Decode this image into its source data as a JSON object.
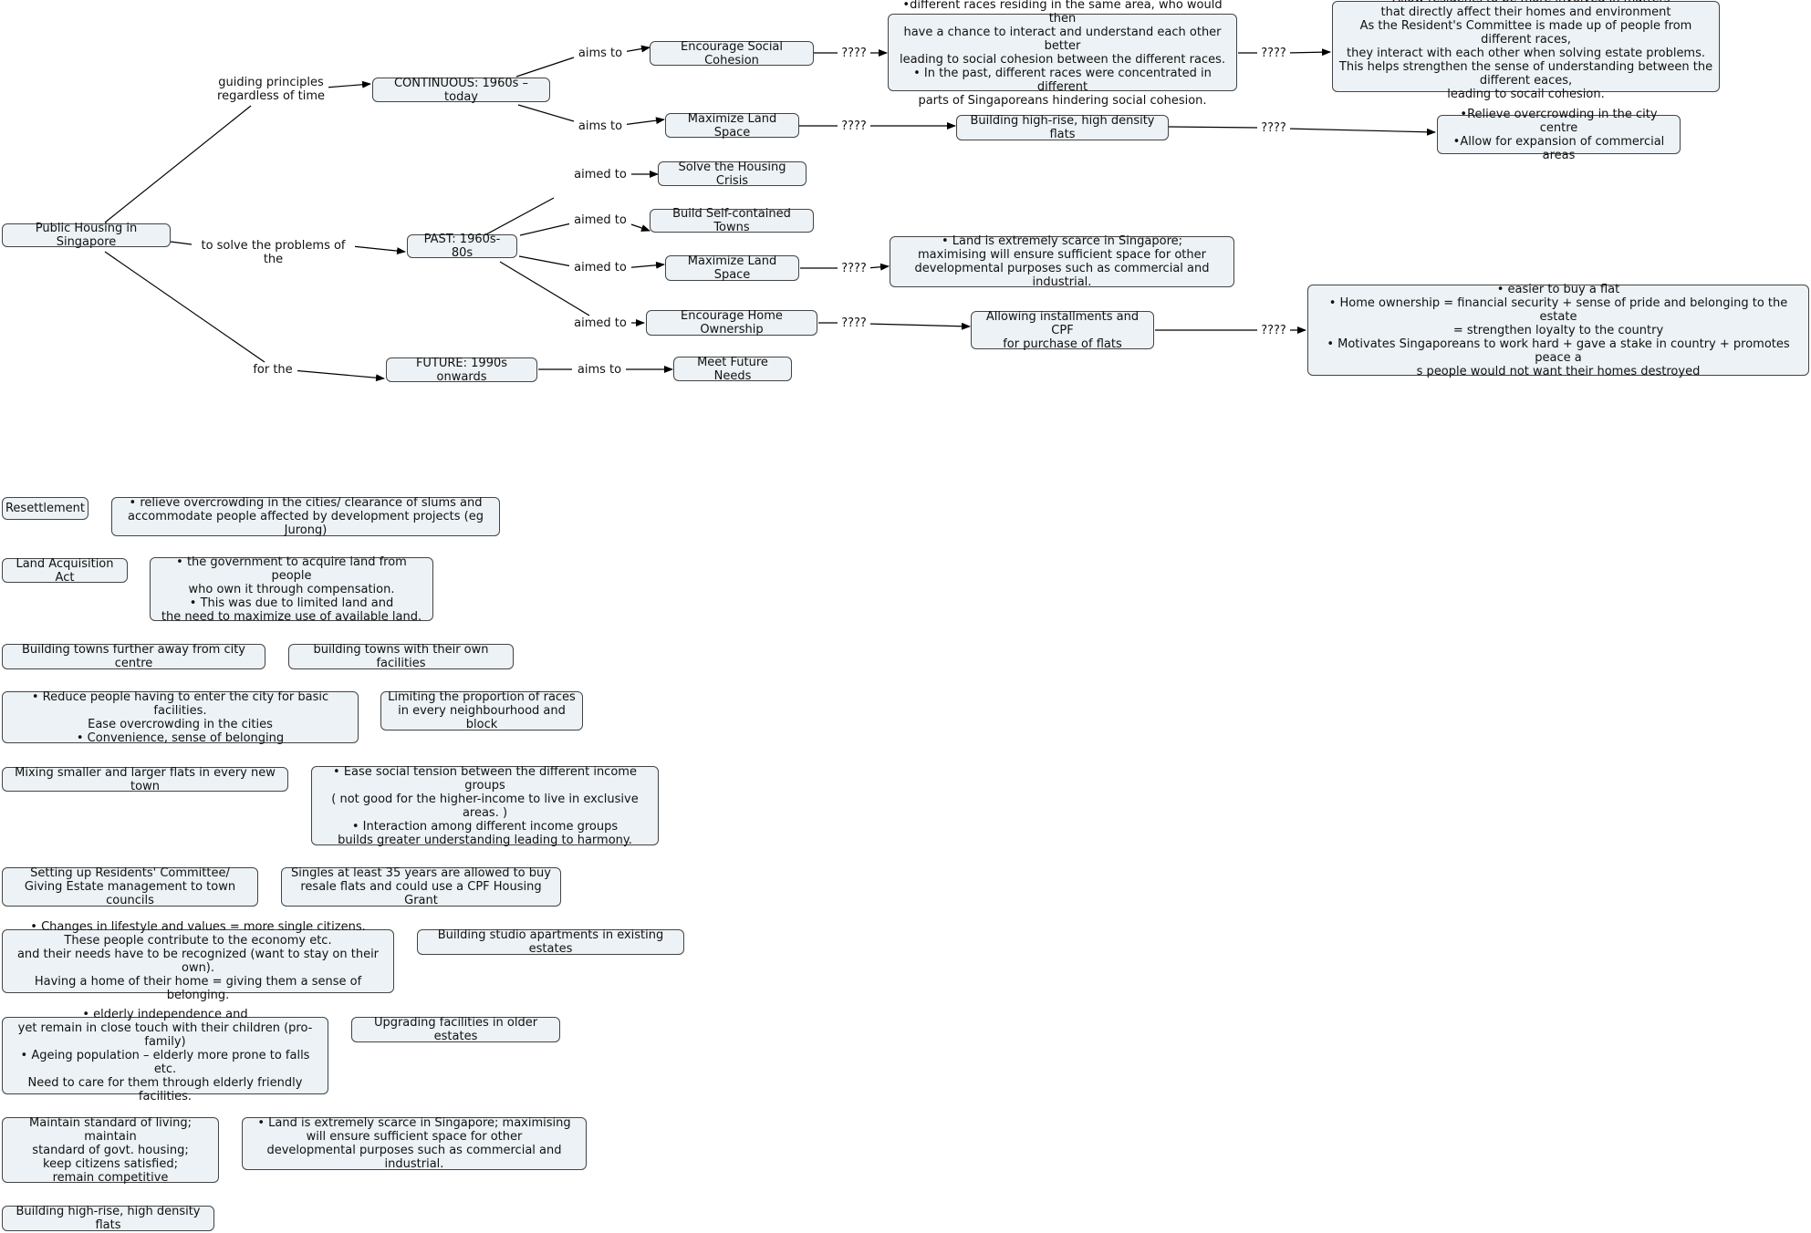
{
  "nodes": {
    "root": "Public Housing in Singapore",
    "continuous": "CONTINUOUS: 1960s – today",
    "past": "PAST: 1960s-80s",
    "future": "FUTURE: 1990s onwards",
    "social_cohesion": "Encourage Social Cohesion",
    "maximize_land_1": "Maximize Land Space",
    "solve_crisis": "Solve the Housing Crisis",
    "build_towns": "Build Self-contained Towns",
    "maximize_land_2": "Maximize Land Space",
    "home_ownership": "Encourage Home Ownership",
    "future_needs": "Meet Future Needs",
    "races_text": "•different races residing in the same area, who would then\nhave a chance to interact and understand each other better\nleading to social cohesion between the different races.\n• In the past, different races were concentrated in different\nparts of Singaporeans hindering social cohesion.",
    "residents_text": "•    Allow residents to be more involved in matters\nthat directly affect their homes and environment\nAs the Resident's Committee is made up of people from different races,\nthey interact with each other when solving estate problems.\nThis helps strengthen the sense of understanding between the different eaces,\nleading to socail cohesion.",
    "high_rise_1": "Building high-rise, high density flats",
    "relieve_text": "•Relieve overcrowding in the city centre\n•Allow for expansion of commercial areas",
    "land_scarce_1": "•    Land is extremely scarce in Singapore;\nmaximising will ensure sufficient space  for other\ndevelopmental purposes such as commercial and industrial.",
    "installments": "Allowing installments and CPF\nfor purchase of flats",
    "ownership_text": "•    easier to buy a flat\n•    Home ownership = financial security + sense of pride and belonging to the estate\n= strengthen loyalty to the country\n•    Motivates Singaporeans to work hard + gave a stake in country + promotes peace a\ns people would not want their homes destroyed",
    "resettlement": "Resettlement",
    "resettlement_text": "• relieve overcrowding in the cities/ clearance of slums and\naccommodate people affected by development projects (eg Jurong)",
    "land_acq": "Land Acquisition Act",
    "land_acq_text": "•    the government to acquire land from people\nwho own it through compensation.\n•    This was due to limited land and\nthe need to maximize use of available land.",
    "towns_away": "Building towns further away from city centre",
    "towns_facilities": "building towns with their own facilities",
    "reduce_text": "•    Reduce people having to enter the city for basic facilities.\nEase overcrowding in the cities\n•    Convenience, sense of belonging",
    "limiting_races": "Limiting the proportion of races\nin every neighbourhood and block",
    "mixing_flats": "Mixing smaller and larger flats in every new town",
    "ease_tension": "•    Ease social tension between the different income groups\n( not good for the higher-income to live in exclusive areas. )\n•    Interaction among different income groups\nbuilds greater understanding leading to harmony.",
    "residents_committee": "Setting up Residents' Committee/\nGiving Estate management to town councils",
    "singles": "Singles at least 35 years are allowed to buy\nresale flats and could use a CPF Housing Grant",
    "lifestyle_text": "•    Changes in lifestyle and values = more single citizens.\nThese people contribute to the economy etc.\nand their needs have to be recognized (want to stay on their own).\nHaving a home of their home = giving them a sense of belonging.",
    "studio": "Building studio apartments in existing estates",
    "elderly_text": "•    elderly independence and\nyet remain in close touch with their children (pro-family)\n•    Ageing population – elderly more prone to falls etc.\nNeed to care for them through elderly friendly facilities.",
    "upgrading": "Upgrading facilities in older estates",
    "maintain_text": "Maintain standard of living; maintain\nstandard of govt. housing;\nkeep citizens satisfied;\nremain competitive",
    "land_scarce_2": "•    Land is extremely scarce in Singapore; maximising\nwill ensure sufficient space  for other\ndevelopmental purposes such as commercial and industrial.",
    "high_rise_2": "Building high-rise, high density flats"
  },
  "labels": {
    "guiding": "guiding principles\nregardless of time",
    "to_solve": "to solve the problems of the",
    "for_the": "for the",
    "aims_to_1": "aims to",
    "aims_to_2": "aims to",
    "aimed_to_1": "aimed to",
    "aimed_to_2": "aimed to",
    "aimed_to_3": "aimed to",
    "aimed_to_4": "aimed to",
    "aims_to_3": "aims to",
    "q1": "????",
    "q2": "????",
    "q3": "????",
    "q4": "????",
    "q5": "????",
    "q6": "????",
    "q7": "????"
  }
}
